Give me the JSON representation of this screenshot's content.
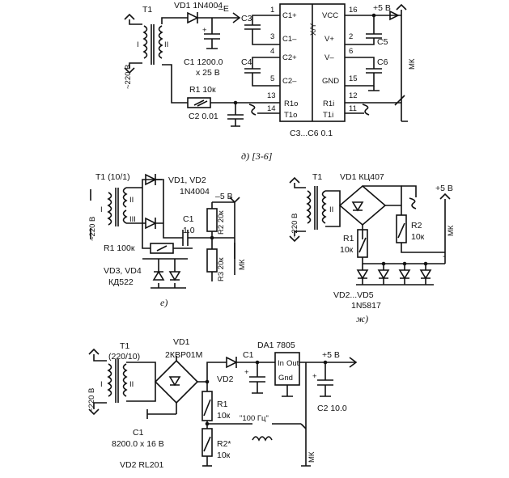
{
  "labels": {
    "mains": "~220 В",
    "mains_220": "220 В",
    "panel_d": "д) [3-6]",
    "panel_e": "е)",
    "panel_zh": "ж)",
    "mk": "МК",
    "t1": "Т1",
    "winding_1": "I",
    "winding_2": "II",
    "winding_3": "III"
  },
  "d": {
    "vd1": "VD1 1N4004",
    "minus_e": "–E",
    "c1": "C1 1200.0",
    "c1_v": "x 25 В",
    "r1": "R1 10к",
    "c2": "C2 0.01",
    "plus5": "+5 В",
    "c3": "C3",
    "c4": "C4",
    "c5": "C5",
    "c6": "C6",
    "c36": "C3...C6 0.1",
    "ic_left": [
      "C1+",
      "C1–",
      "C2+",
      "C2–",
      "R1o",
      "T1o"
    ],
    "ic_left_pins": [
      "1",
      "3",
      "4",
      "5",
      "13",
      "14"
    ],
    "ic_right": [
      "VCC",
      "V+",
      "V–",
      "GND",
      "R1i",
      "T1i"
    ],
    "ic_right_pins": [
      "16",
      "2",
      "6",
      "15",
      "12",
      "11"
    ],
    "ic_mid": "X/Y"
  },
  "e": {
    "t1": "Т1 (10/1)",
    "vd12": "VD1, VD2",
    "vd12_type": "1N4004",
    "minus5": "–5 В",
    "c1": "C1",
    "c1_val": "1.0",
    "r2": "R2 20к",
    "r3": "R3 20к",
    "r1": "R1 100к",
    "vd34": "VD3, VD4",
    "vd34_type": "КД522"
  },
  "zh": {
    "vd1": "VD1 КЦ407",
    "plus5": "+5 В",
    "r1": "R1",
    "r1_val": "10к",
    "r2": "R2",
    "r2_val": "10к",
    "vd25": "VD2...VD5",
    "vd25_type": "1N5817",
    "minus": "-"
  },
  "z": {
    "t1": "Т1",
    "t1_ratio": "(220/10)",
    "vd1": "VD1",
    "vd1_type": "2КВР01М",
    "da1": "DA1 7805",
    "da1_in": "In",
    "da1_out": "Out",
    "da1_gnd": "Gnd",
    "plus5": "+5 В",
    "c1_cap": "C1",
    "vd2": "VD2",
    "r1": "R1",
    "r1_val": "10к",
    "c2": "C2 10.0",
    "hz": "\"100 Гц\"",
    "r2": "R2*",
    "r2_val": "10к",
    "c1": "C1",
    "c1_val": "8200.0 x 16 В",
    "vd2_type": "VD2 RL201"
  }
}
